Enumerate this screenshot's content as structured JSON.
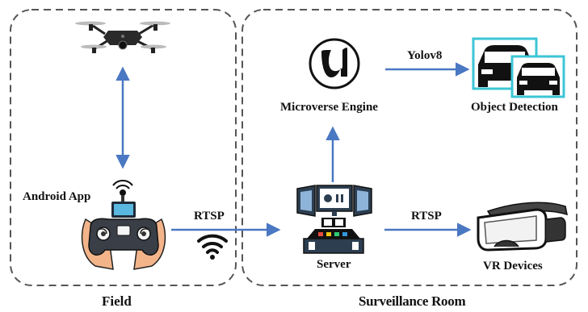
{
  "labels": {
    "field": "Field",
    "surveillance_room": "Surveillance Room",
    "android_app": "Android App",
    "rtsp_left": "RTSP",
    "rtsp_right": "RTSP",
    "yolov8": "Yolov8",
    "microverse_engine": "Microverse Engine",
    "object_detection": "Object Detection",
    "server": "Server",
    "vr_devices": "VR Devices"
  },
  "icons": [
    "drone-icon",
    "remote-controller-icon",
    "wifi-icon",
    "unreal-engine-icon",
    "cars-detection-icon",
    "server-icon",
    "vr-headset-icon"
  ],
  "colors": {
    "arrow": "#4a78c2",
    "box_border": "#555555",
    "detection_box": "#3cc6d6",
    "hand": "#f3b48a"
  }
}
